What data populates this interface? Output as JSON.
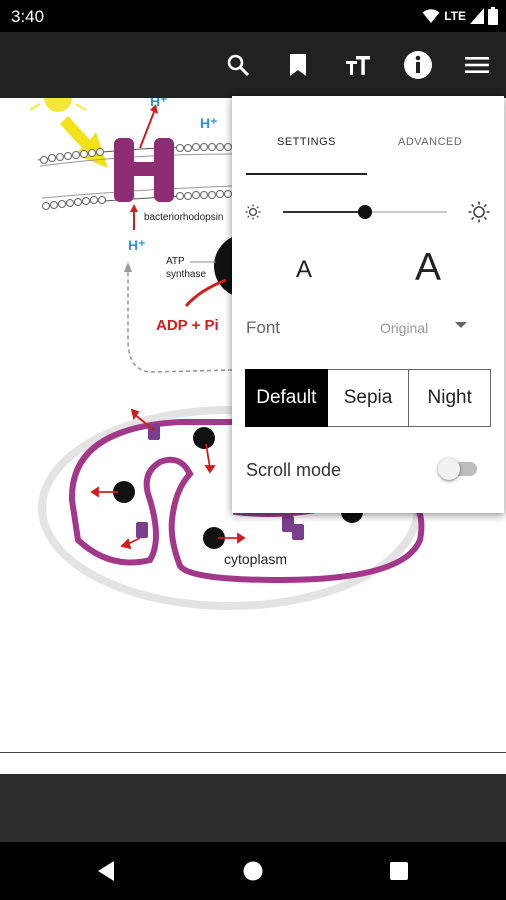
{
  "status_bar": {
    "time": "3:40",
    "network": "LTE"
  },
  "toolbar": {
    "icons": [
      "search-icon",
      "bookmark-icon",
      "text-size-icon",
      "info-icon",
      "menu-icon"
    ]
  },
  "diagram": {
    "labels": {
      "proton_top": "H⁺",
      "proton_mid": "H⁺",
      "proton_bottom": "H⁺",
      "bacteriorhodopsin": "bacteriorhodopsin",
      "atp_synthase_1": "ATP",
      "atp_synthase_2": "synthase",
      "adp": "ADP + Pi",
      "cytoplasm": "cytoplasm"
    },
    "colors": {
      "membrane": "#a3388a",
      "arrow": "#d21d1d",
      "light": "#f2e21a",
      "protein": "#8e5a8f"
    }
  },
  "settings_panel": {
    "tabs": {
      "settings": "SETTINGS",
      "advanced": "ADVANCED"
    },
    "brightness": {
      "level": 0.5
    },
    "font_size": {
      "decrease_label": "A",
      "increase_label": "A"
    },
    "font": {
      "label": "Font",
      "value": "Original"
    },
    "themes": {
      "default": "Default",
      "sepia": "Sepia",
      "night": "Night",
      "selected": "Default"
    },
    "scroll_mode": {
      "label": "Scroll mode",
      "enabled": false
    }
  },
  "colors": {
    "toolbar_bg": "#212121",
    "bottom_bar_bg": "#2d2d2d",
    "active_theme_bg": "#000000"
  }
}
